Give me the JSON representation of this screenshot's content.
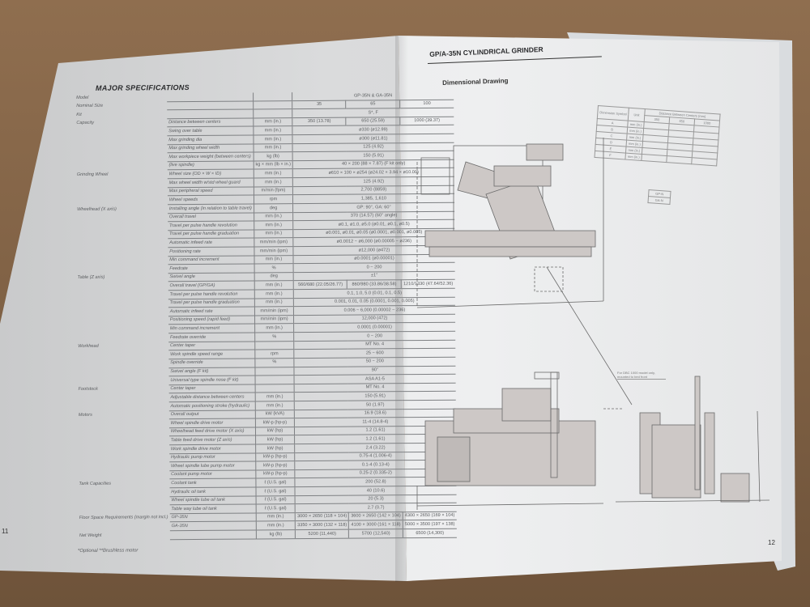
{
  "left_page": {
    "title": "MAJOR SPECIFICATIONS",
    "page_number": "11",
    "rows": [
      {
        "group": "Model",
        "item": "",
        "unit": "",
        "values": [
          "GP-35N & GA-35N"
        ]
      },
      {
        "group": "Nominal Size",
        "item": "",
        "unit": "",
        "values": [
          "35",
          "65",
          "100"
        ]
      },
      {
        "group": "Kit",
        "item": "",
        "unit": "",
        "values": [
          "S*, F"
        ]
      },
      {
        "group": "Capacity",
        "item": "Distance between centers",
        "unit": "mm (in.)",
        "values": [
          "350 (13.78)",
          "650 (25.59)",
          "1000 (39.37)"
        ]
      },
      {
        "group": "",
        "item": "Swing over table",
        "unit": "mm (in.)",
        "values": [
          "ø330 (ø12.99)"
        ]
      },
      {
        "group": "",
        "item": "Max grinding dia",
        "unit": "mm (in.)",
        "values": [
          "ø300 (ø11.81)"
        ]
      },
      {
        "group": "",
        "item": "Max grinding wheel width",
        "unit": "mm (in.)",
        "values": [
          "125 (4.92)"
        ]
      },
      {
        "group": "",
        "item": "Max workpiece weight (between centers)",
        "unit": "kg (lb)",
        "values": [
          "150 (5.91)"
        ]
      },
      {
        "group": "",
        "item": "(live spindle)",
        "unit": "kg × mm (lb × in.)",
        "values": [
          "40 × 200 (88 × 7.87) (F kit only)"
        ]
      },
      {
        "group": "Grinding Wheel",
        "item": "Wheel size (OD × W × ID)",
        "unit": "mm (in.)",
        "values": [
          "ø610 × 100 × ø254 (ø24.02 × 3.94 × ø10.00)"
        ]
      },
      {
        "group": "",
        "item": "Max wheel width w/std wheel guard",
        "unit": "mm (in.)",
        "values": [
          "125 (4.92)"
        ]
      },
      {
        "group": "",
        "item": "Max peripheral speed",
        "unit": "m/min (fpm)",
        "values": [
          "2,700 (8859)"
        ]
      },
      {
        "group": "",
        "item": "Wheel speeds",
        "unit": "rpm",
        "values": [
          "1,385, 1,610"
        ]
      },
      {
        "group": "Wheelhead (X axis)",
        "item": "Installing angle (in relation to table travel)",
        "unit": "deg",
        "values": [
          "GP: 90°, GA: 60°"
        ]
      },
      {
        "group": "",
        "item": "Overall travel",
        "unit": "mm (in.)",
        "values": [
          "370 (14.57) (60° angle)"
        ]
      },
      {
        "group": "",
        "item": "Travel per pulse handle revolution",
        "unit": "mm (in.)",
        "values": [
          "ø0.1, ø1.0, ø5.0 (ø0.01, ø0.1, ø0.5)"
        ]
      },
      {
        "group": "",
        "item": "Travel per pulse handle graduation",
        "unit": "mm (in.)",
        "values": [
          "ø0.001, ø0.01, ø0.05 (ø0.0001, ø0.001, ø0.005)"
        ]
      },
      {
        "group": "",
        "item": "Automatic infeed rate",
        "unit": "mm/min (ipm)",
        "values": [
          "ø0.0012 ~ ø6,000 (ø0.00005 ~ ø236)"
        ]
      },
      {
        "group": "",
        "item": "Positioning rate",
        "unit": "mm/min (ipm)",
        "values": [
          "ø12,000 (ø472)"
        ]
      },
      {
        "group": "",
        "item": "Min command increment",
        "unit": "mm (in.)",
        "values": [
          "ø0.0001 (ø0.00001)"
        ]
      },
      {
        "group": "",
        "item": "Feedrate",
        "unit": "%",
        "values": [
          "0 ~ 200"
        ]
      },
      {
        "group": "Table (Z axis)",
        "item": "Swivel angle",
        "unit": "deg",
        "values": [
          "±1°"
        ]
      },
      {
        "group": "",
        "item": "Overall travel (GP/GA)",
        "unit": "mm (in.)",
        "values": [
          "560/680 (22.05/26.77)",
          "860/980 (33.86/38.58)",
          "1210/1330 (47.64/52.36)"
        ]
      },
      {
        "group": "",
        "item": "Travel per pulse handle revolution",
        "unit": "mm (in.)",
        "values": [
          "0.1, 1.0, 5.0 (0.01, 0.1, 0.5)"
        ]
      },
      {
        "group": "",
        "item": "Travel per pulse handle graduation",
        "unit": "mm (in.)",
        "values": [
          "0.001, 0.01, 0.05 (0.0001, 0.001, 0.005)"
        ]
      },
      {
        "group": "",
        "item": "Automatic infeed rate",
        "unit": "mm/min (ipm)",
        "values": [
          "0.006 ~ 6,000 (0.00002 ~ 236)"
        ]
      },
      {
        "group": "",
        "item": "Positioning speed (rapid feed)",
        "unit": "mm/min (ipm)",
        "values": [
          "12,000 (472)"
        ]
      },
      {
        "group": "",
        "item": "Min command increment",
        "unit": "mm (in.)",
        "values": [
          "0.0001 (0.00001)"
        ]
      },
      {
        "group": "",
        "item": "Feedrate override",
        "unit": "%",
        "values": [
          "0 ~ 200"
        ]
      },
      {
        "group": "Workhead",
        "item": "Center taper",
        "unit": "",
        "values": [
          "MT No. 4"
        ]
      },
      {
        "group": "",
        "item": "Work spindle speed range",
        "unit": "rpm",
        "values": [
          "25 ~ 600"
        ]
      },
      {
        "group": "",
        "item": "Spindle override",
        "unit": "%",
        "values": [
          "50 ~ 200"
        ]
      },
      {
        "group": "",
        "item": "Swivel angle (F kit)",
        "unit": "",
        "values": [
          "90°"
        ]
      },
      {
        "group": "",
        "item": "Universal type spindle nose (F kit)",
        "unit": "",
        "values": [
          "ASA A1-5"
        ]
      },
      {
        "group": "Footstock",
        "item": "Center taper",
        "unit": "",
        "values": [
          "MT No. 4"
        ]
      },
      {
        "group": "",
        "item": "Adjustable distance between centers",
        "unit": "mm (in.)",
        "values": [
          "150 (5.91)"
        ]
      },
      {
        "group": "",
        "item": "Automatic positioning stroke (hydraulic)",
        "unit": "mm (in.)",
        "values": [
          "50 (1.97)"
        ]
      },
      {
        "group": "Motors",
        "item": "Overall output",
        "unit": "kW (kVA)",
        "values": [
          "16.9 (18.6)"
        ]
      },
      {
        "group": "",
        "item": "Wheel spindle drive motor",
        "unit": "kW-p (hp-p)",
        "values": [
          "11-4 (14.8-4)"
        ]
      },
      {
        "group": "",
        "item": "Wheelhead feed drive motor (X axis)",
        "unit": "kW (hp)",
        "values": [
          "1.2 (1.61)"
        ]
      },
      {
        "group": "",
        "item": "Table feed drive motor (Z axis)",
        "unit": "kW (hp)",
        "values": [
          "1.2 (1.61)"
        ]
      },
      {
        "group": "",
        "item": "Work spindle drive motor",
        "unit": "kW (hp)",
        "values": [
          "2.4 (3.22)"
        ]
      },
      {
        "group": "",
        "item": "Hydraulic pump motor",
        "unit": "kW-p (hp-p)",
        "values": [
          "0.75-4 (1.006-4)"
        ]
      },
      {
        "group": "",
        "item": "Wheel spindle lube pump motor",
        "unit": "kW-p (hp-p)",
        "values": [
          "0.1-4 (0.13-4)"
        ]
      },
      {
        "group": "",
        "item": "Coolant pump motor",
        "unit": "kW-p (hp-p)",
        "values": [
          "0.25-2 (0.335-2)"
        ]
      },
      {
        "group": "Tank Capacities",
        "item": "Coolant tank",
        "unit": "ℓ (U.S. gal)",
        "values": [
          "200 (52.8)"
        ]
      },
      {
        "group": "",
        "item": "Hydraulic oil tank",
        "unit": "ℓ (U.S. gal)",
        "values": [
          "40 (10.6)"
        ]
      },
      {
        "group": "",
        "item": "Wheel spindle lube oil tank",
        "unit": "ℓ (U.S. gal)",
        "values": [
          "20 (5.3)"
        ]
      },
      {
        "group": "",
        "item": "Table way lube oil tank",
        "unit": "ℓ (U.S. gal)",
        "values": [
          "2.7 (0.7)"
        ]
      },
      {
        "group": "Floor Space Requirements (margin not incl.)",
        "item": "GP-35N",
        "unit": "mm (in.)",
        "values": [
          "3000 × 2650 (118 × 104)",
          "3600 × 2650 (142 × 104)",
          "4300 × 2650 (169 × 104)"
        ]
      },
      {
        "group": "",
        "item": "GA-35N",
        "unit": "mm (in.)",
        "values": [
          "3350 × 3000 (132 × 118)",
          "4100 × 3000 (161 × 118)",
          "5000 × 3500 (197 × 138)"
        ]
      },
      {
        "group": "Net Weight",
        "item": "",
        "unit": "kg (lb)",
        "values": [
          "5200 (11,440)",
          "5700 (12,540)",
          "6500 (14,300)"
        ]
      }
    ],
    "footnote": "*Optional  **Brushless motor"
  },
  "right_page": {
    "title": "GP/A-35N CYLINDRICAL GRINDER",
    "subtitle": "Dimensional Drawing",
    "page_number": "12",
    "dimension_table": {
      "headers": [
        "Dimension Symbol",
        "Unit",
        "Distance Between Centers (mm)"
      ],
      "sizes": [
        "350",
        "650",
        "1000"
      ],
      "symbols": [
        "A",
        "B",
        "C",
        "D",
        "E",
        "F"
      ],
      "unit": "mm (in.)"
    },
    "kit_legend": [
      "GP-N",
      "GA-N"
    ],
    "drawing_note": "For DBC 1000 model only, mounted to bed front",
    "colors": {
      "machine_fill": "#c9c4c2",
      "line": "#6a6a6a"
    }
  }
}
